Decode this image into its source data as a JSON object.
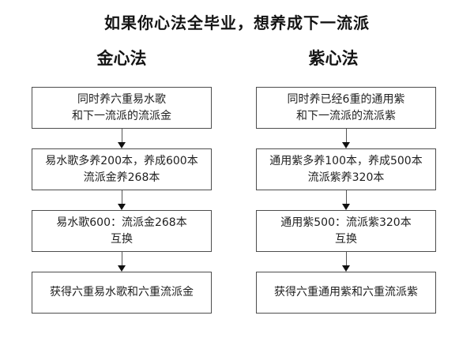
{
  "page": {
    "title": "如果你心法全毕业，想养成下一流派"
  },
  "colors": {
    "background": "#ffffff",
    "box_border": "#4d4d4d",
    "text": "#1f1f1f",
    "arrow": "#111111"
  },
  "columns": [
    {
      "id": "gold",
      "header": "金心法",
      "steps": [
        {
          "text": "同时养六重易水歌\n和下一流派的流派金"
        },
        {
          "text": "易水歌多养200本，养成600本\n流派金养268本"
        },
        {
          "text": "易水歌600：流派金268本\n互换"
        },
        {
          "text": "获得六重易水歌和六重流派金"
        }
      ]
    },
    {
      "id": "purple",
      "header": "紫心法",
      "steps": [
        {
          "text": "同时养已经6重的通用紫\n和下一流派的流派紫"
        },
        {
          "text": "通用紫多养100本，养成500本\n流派紫养320本"
        },
        {
          "text": "通用紫500：流派紫320本\n互换"
        },
        {
          "text": "获得六重通用紫和六重流派紫"
        }
      ]
    }
  ]
}
